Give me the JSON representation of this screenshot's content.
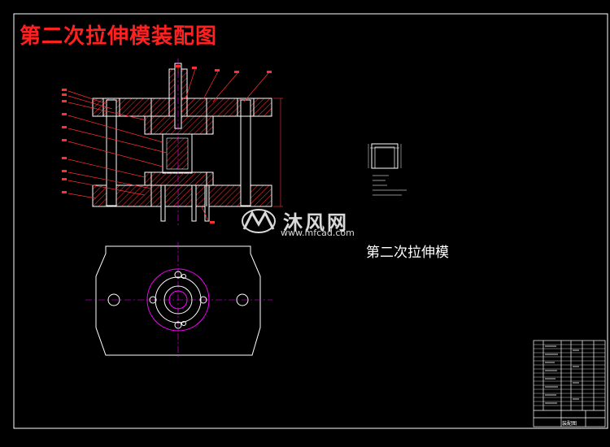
{
  "drawing": {
    "main_title": "第二次拉伸模装配图",
    "subtitle": "第二次拉伸模",
    "title_block_name": "装配图"
  },
  "watermark": {
    "brand": "沐风网",
    "url": "www.mfcad.com"
  },
  "colors": {
    "background": "#000000",
    "outline": "#ffffff",
    "hatch": "#ff3030",
    "leader": "#ff3030",
    "centerline": "#ff00ff",
    "dimension": "#ff3030",
    "title": "#ff2020",
    "annotation": "#ffff00"
  }
}
